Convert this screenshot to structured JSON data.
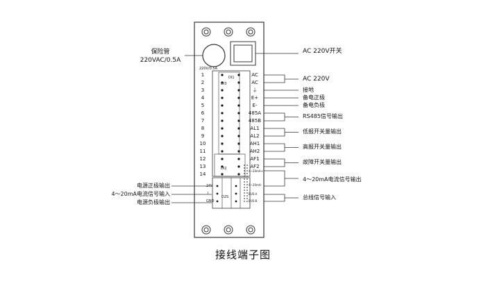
{
  "title": "接线端子图",
  "fuse": {
    "label_line1": "保险管",
    "label_line2": "220VAC/0.5A",
    "small_text": "220V/0.5A"
  },
  "switch_label": "AC 220V开关",
  "terminal_numbers": [
    "1",
    "2",
    "3",
    "4",
    "5",
    "6",
    "7",
    "8",
    "9",
    "10",
    "11",
    "12",
    "13",
    "14"
  ],
  "terminal_codes": [
    "AC",
    "AC",
    "⏚",
    "E+",
    "E-",
    "485A",
    "485B",
    "AL1",
    "AL2",
    "AH1",
    "AH2",
    "AF1",
    "AF2"
  ],
  "relay_labels": {
    "d1": "DI1",
    "d3": "DI3",
    "d2": "DI2"
  },
  "right_labels": {
    "ac220v": "AC 220V",
    "ground": "接地",
    "backup_pos": "备电正极",
    "backup_neg": "备电负极",
    "rs485": "RS485信号输出",
    "low_alarm": "低报开关量输出",
    "high_alarm": "高报开关量输出",
    "fault": "故障开关量输出",
    "current_out": "4～20mA电流信号输出",
    "bus_in": "总线信号输入"
  },
  "bottom_right_codes": [
    "4~20mA+",
    "4~20mA-",
    "BUS-A",
    "BUS-B"
  ],
  "left_labels": {
    "power_pos": "电源正极输出",
    "current_in": "4～20mA电流信号输入",
    "power_neg": "电源负极输出"
  },
  "bottom_left_codes": [
    "24V",
    "I",
    "GND",
    "D2S"
  ]
}
